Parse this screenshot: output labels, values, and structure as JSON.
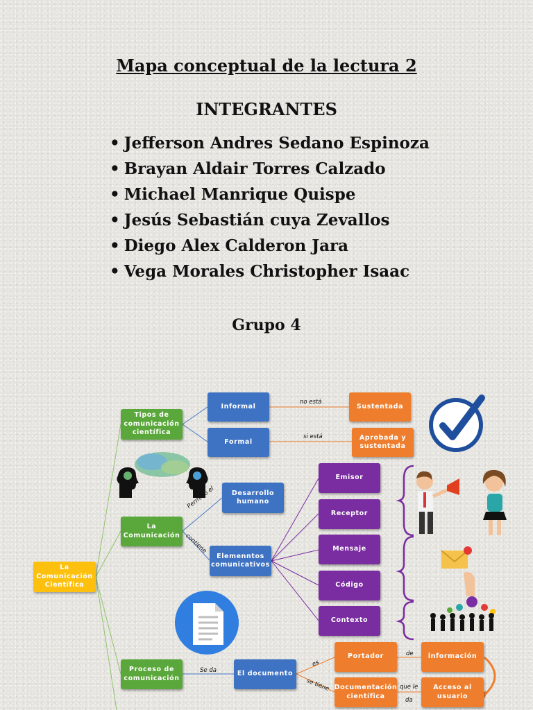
{
  "header": {
    "title": "Mapa conceptual de la lectura 2",
    "subtitle": "INTEGRANTES",
    "members": [
      "Jefferson Andres Sedano Espinoza",
      "Brayan Aldair Torres Calzado",
      "Michael Manrique Quispe",
      "Jesús Sebastián cuya Zevallos",
      "Diego Alex Calderon Jara",
      "Vega Morales Christopher Isaac"
    ],
    "group": "Grupo 4"
  },
  "map": {
    "nodes": {
      "root": "La Comunicación Científica",
      "tipos": "Tipos de comunicación científica",
      "informal": "Informal",
      "formal": "Formal",
      "sustentada": "Sustentada",
      "aprobada": "Aprobada y sustentada",
      "comunicacion": "La Comunicación",
      "desarrollo": "Desarrollo humano",
      "elementos": "Elemenntos comunicativos",
      "emisor": "Emisor",
      "receptor": "Receptor",
      "mensaje": "Mensaje",
      "codigo": "Código",
      "contexto": "Contexto",
      "proceso": "Proceso de comunicación",
      "documento": "El documento",
      "portador": "Portador",
      "informacion": "información",
      "documentacion": "Documentación científica",
      "acceso": "Acceso al usuario"
    },
    "edge_labels": {
      "no_esta": "no está",
      "si_esta": "si está",
      "permitio": "Permitió el",
      "contiene": "contiene",
      "se_da": "Se da",
      "es": "es",
      "de": "de",
      "se_tiene": "se tiene",
      "que_le": "que le",
      "da": "da"
    }
  },
  "colors": {
    "root": "#fdc00f",
    "tier1": "#5aa83b",
    "tier2": "#3e73c4",
    "leaf": "#ee7e2e",
    "element": "#7a2da0",
    "connector_root": "#8fc36b",
    "connector_blue": "#4a78c8",
    "connector_orange": "#ee7e2e",
    "connector_purple": "#7a2da0",
    "check_icon": "#1f4e9c"
  }
}
